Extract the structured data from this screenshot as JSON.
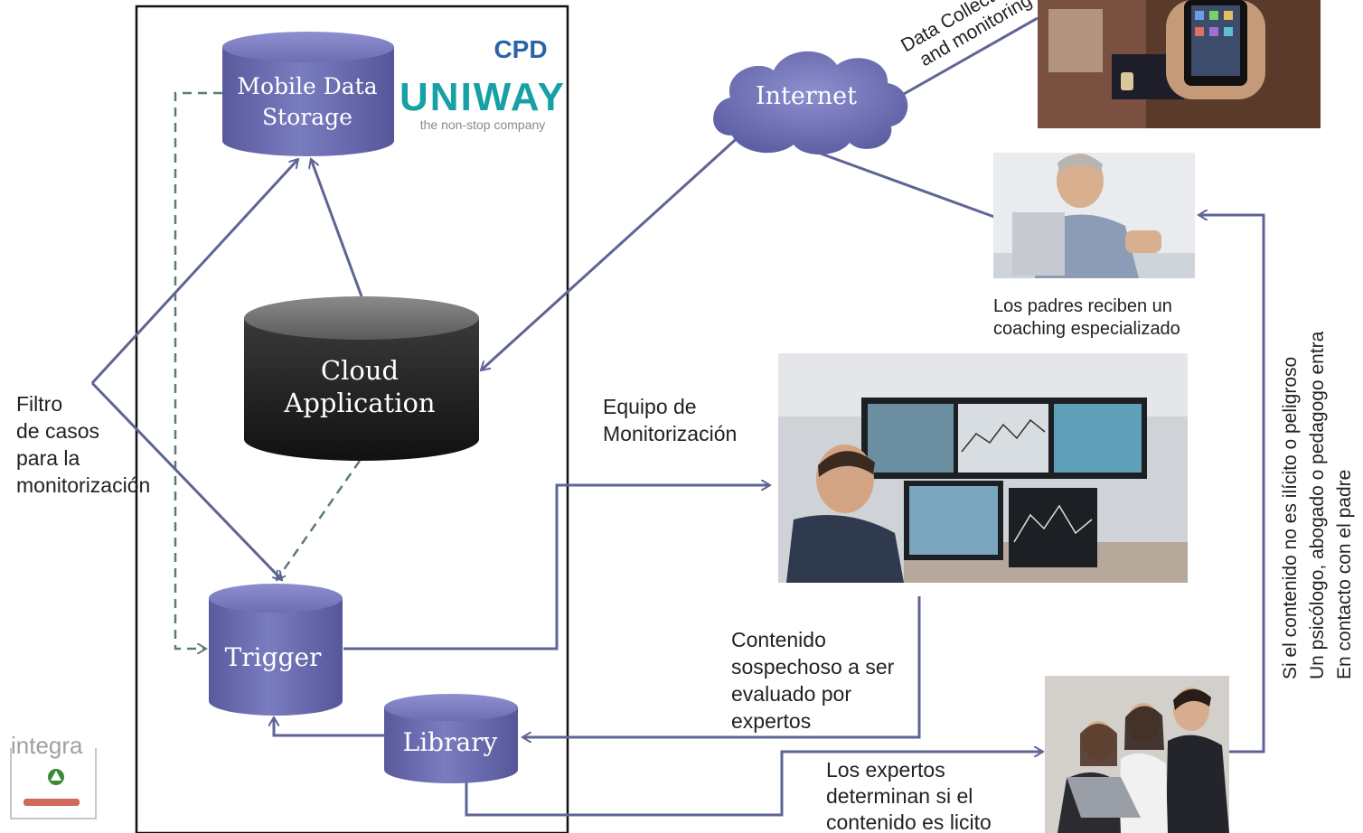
{
  "cpd_label": "CPD",
  "logo": {
    "name": "UNIWAY",
    "tagline": "the non-stop company"
  },
  "nodes": {
    "mobile_storage": [
      "Mobile Data",
      "Storage"
    ],
    "cloud_app": [
      "Cloud",
      "Application"
    ],
    "trigger": "Trigger",
    "library": "Library",
    "internet": "Internet"
  },
  "edge_label_data_collection": [
    "Data Collection",
    "and monitoring"
  ],
  "filter_label": [
    "Filtro",
    "de casos",
    "para la",
    "monitorización"
  ],
  "monitoring_team_label": [
    "Equipo de",
    "Monitorización"
  ],
  "suspicious_label": [
    "Contenido",
    "sospechoso a ser",
    "evaluado por",
    "expertos"
  ],
  "experts_label": [
    "Los expertos",
    "determinan si el",
    "contenido es licito"
  ],
  "parents_label": [
    "Los padres reciben un",
    "coaching especializado"
  ],
  "vertical_note": [
    "Si el contenido no es ilícito o peligroso",
    "Un psicólogo, abogado o pedagogo entra",
    "En contacto con el padre"
  ],
  "integra_logo": "integra",
  "colors": {
    "cylinder_blue": "#6f6fb0",
    "cylinder_dark": "#1c1c1c",
    "arrow": "#5f6496",
    "dashed": "#5b7a7a",
    "logo_teal": "#17a0a6",
    "cpd_blue": "#2a63a8"
  }
}
